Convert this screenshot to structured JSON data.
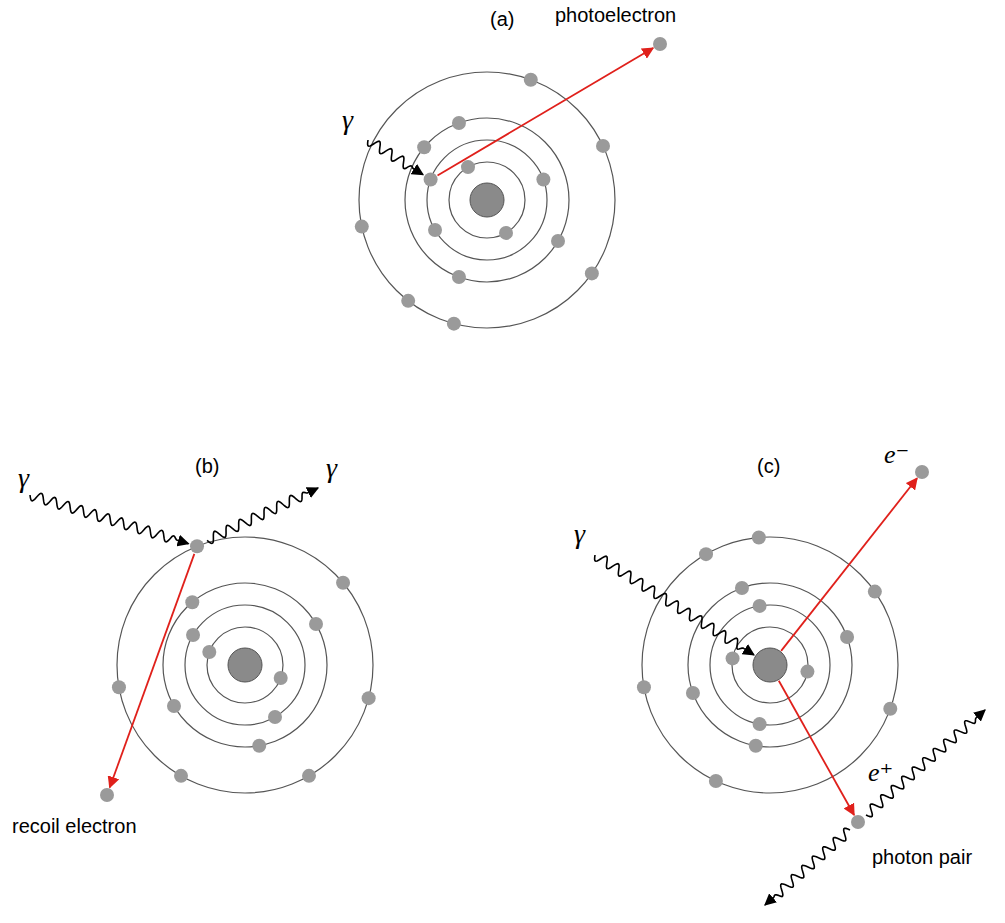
{
  "diagram": {
    "labels": [
      "(a)",
      "photoelectron",
      "γ",
      "(b)",
      "γ",
      "γ",
      "recoil electron",
      "(c)",
      "γ",
      "e⁻",
      "e⁺",
      "photon pair"
    ]
  }
}
